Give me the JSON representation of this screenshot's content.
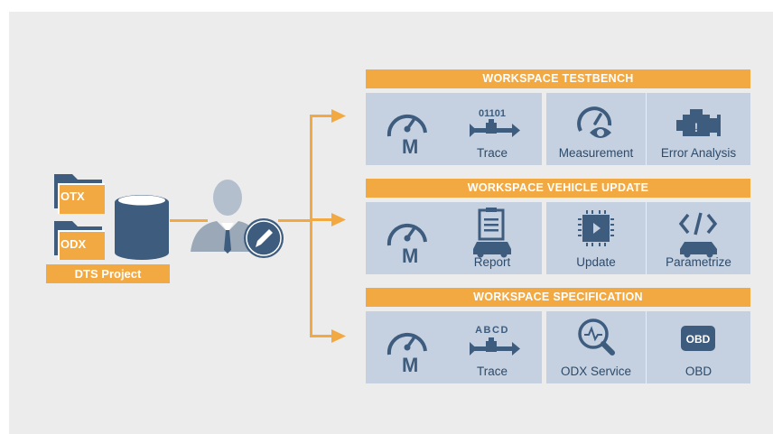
{
  "project": {
    "folders": [
      "OTX",
      "ODX"
    ],
    "label": "DTS Project"
  },
  "colors": {
    "accent": "#f3a941",
    "tile": "#c5d1e1",
    "icon": "#3e5c7e",
    "background": "#ececed"
  },
  "workspaces": [
    {
      "title": "WORKSPACE TESTBENCH",
      "tiles": [
        {
          "label": "",
          "icon": "gauge-m-icon"
        },
        {
          "label": "Trace",
          "icon": "trace-icon",
          "caption": "01101"
        },
        {
          "label": "Measurement",
          "icon": "measurement-icon"
        },
        {
          "label": "Error Analysis",
          "icon": "engine-icon"
        }
      ]
    },
    {
      "title": "WORKSPACE VEHICLE UPDATE",
      "tiles": [
        {
          "label": "",
          "icon": "gauge-m-icon"
        },
        {
          "label": "Report",
          "icon": "report-icon"
        },
        {
          "label": "Update",
          "icon": "chip-icon"
        },
        {
          "label": "Parametrize",
          "icon": "code-car-icon"
        }
      ]
    },
    {
      "title": "WORKSPACE SPECIFICATION",
      "tiles": [
        {
          "label": "",
          "icon": "gauge-m-icon"
        },
        {
          "label": "Trace",
          "icon": "trace-icon",
          "caption": "ABCD"
        },
        {
          "label": "ODX Service",
          "icon": "magnifier-icon"
        },
        {
          "label": "OBD",
          "icon": "obd-icon",
          "caption": "OBD"
        }
      ]
    }
  ]
}
